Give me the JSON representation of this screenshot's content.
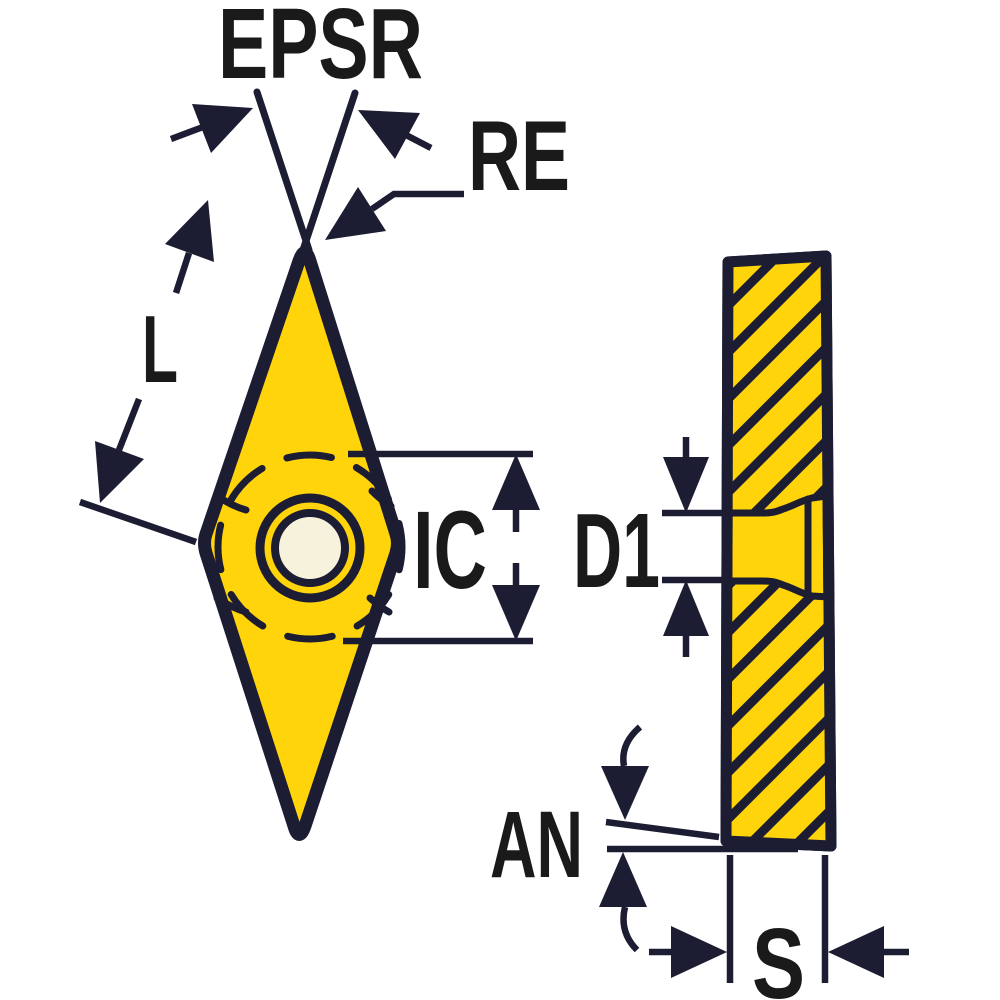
{
  "diagram": {
    "kind": "cutting-insert dimension drawing",
    "views": [
      "front-view-diamond-insert",
      "side-view-cross-section"
    ]
  },
  "labels": {
    "epsr": "EPSR",
    "re": "RE",
    "l": "L",
    "ic": "IC",
    "d1": "D1",
    "an": "AN",
    "s": "S"
  },
  "colors": {
    "insert_fill": "#ffd40a",
    "outline_ink": "#1c1c33",
    "hole_fill": "#f6f2dc",
    "label_ink": "#1a1a1a",
    "background": "#ffffff"
  }
}
